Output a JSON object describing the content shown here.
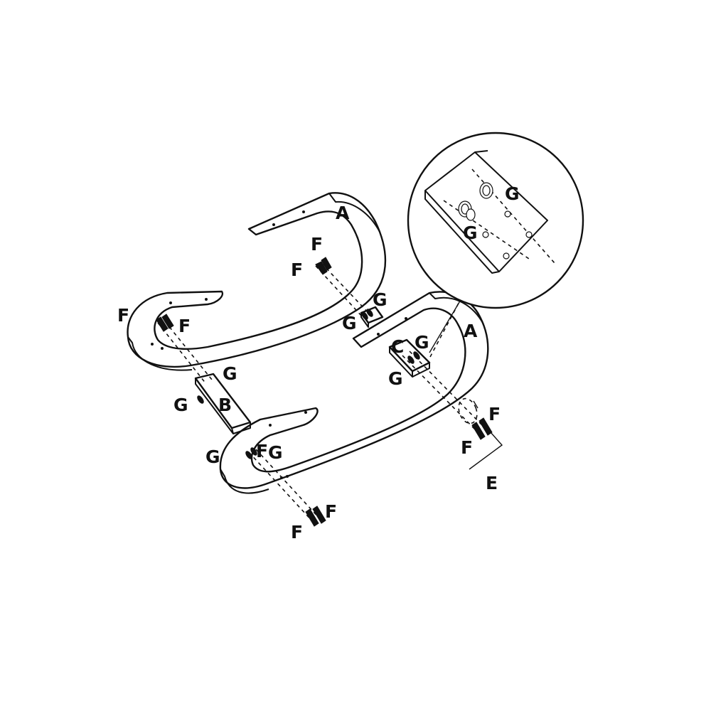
{
  "diagram": {
    "labels": {
      "part_a": "A",
      "part_b": "B",
      "part_c": "C",
      "part_e": "E",
      "screw": "F",
      "dowel": "G"
    }
  }
}
